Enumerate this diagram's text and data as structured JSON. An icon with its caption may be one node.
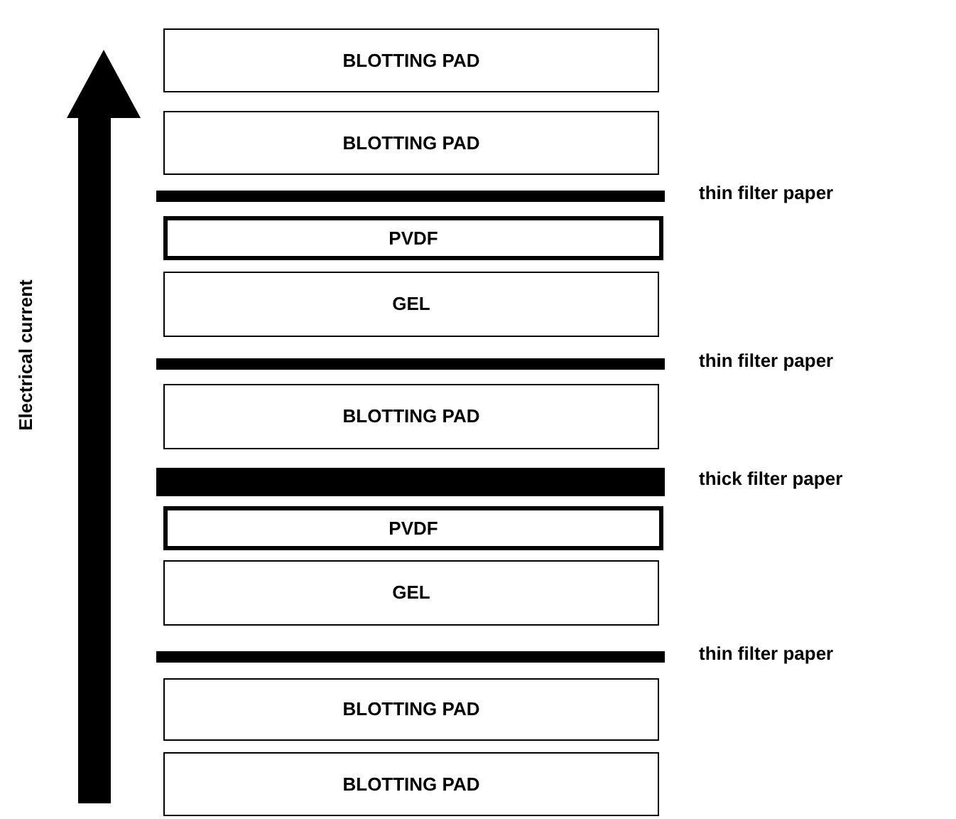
{
  "diagram": {
    "nodes": [
      {
        "text": [
          "BLOTTING PAD"
        ]
      },
      {
        "text": [
          "BLOTTING PAD"
        ]
      },
      {
        "text": [],
        "shape": "bar",
        "beside": [
          "thin filter paper"
        ]
      },
      {
        "text": [
          "PVDF"
        ]
      },
      {
        "text": [
          "GEL"
        ]
      },
      {
        "text": [],
        "shape": "bar",
        "beside": [
          "thin filter paper"
        ]
      },
      {
        "text": [
          "BLOTTING PAD"
        ]
      },
      {
        "text": [],
        "shape": "bar",
        "beside": [
          "thick filter paper"
        ]
      },
      {
        "text": [
          "PVDF"
        ]
      },
      {
        "text": [
          "GEL"
        ]
      },
      {
        "text": [],
        "shape": "bar",
        "beside": [
          "thin filter paper"
        ]
      },
      {
        "text": [
          "BLOTTING PAD"
        ]
      },
      {
        "text": [
          "BLOTTING PAD"
        ]
      }
    ],
    "labels": [
      "Electrical current"
    ]
  }
}
